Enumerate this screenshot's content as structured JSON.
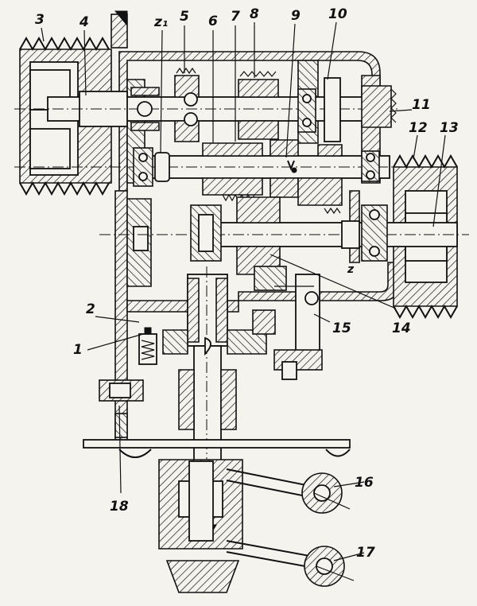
{
  "labels": {
    "l1": "1",
    "l2": "2",
    "l3": "3",
    "l4": "4",
    "l5": "5",
    "l6": "6",
    "l7": "7",
    "l8": "8",
    "l9": "9",
    "l10": "10",
    "l11": "11",
    "l12": "12",
    "l13": "13",
    "l14": "14",
    "l15": "15",
    "l16": "16",
    "l17": "17",
    "l18": "18",
    "z1": "z₁",
    "z": "z"
  }
}
